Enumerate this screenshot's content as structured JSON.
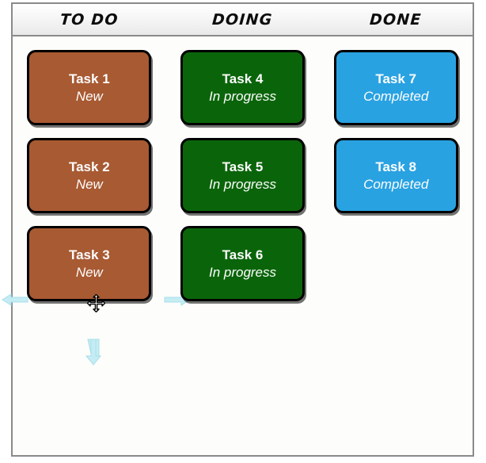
{
  "board": {
    "columns": [
      {
        "name": "todo",
        "header": "TO DO",
        "cards": [
          {
            "title": "Task 1",
            "status": "New",
            "color": "#a85a32"
          },
          {
            "title": "Task 2",
            "status": "New",
            "color": "#a85a32"
          },
          {
            "title": "Task 3",
            "status": "New",
            "color": "#a85a32"
          }
        ]
      },
      {
        "name": "doing",
        "header": "DOING",
        "cards": [
          {
            "title": "Task 4",
            "status": "In progress",
            "color": "#0a650a"
          },
          {
            "title": "Task 5",
            "status": "In progress",
            "color": "#0a650a"
          },
          {
            "title": "Task 6",
            "status": "In progress",
            "color": "#0a650a"
          }
        ]
      },
      {
        "name": "done",
        "header": "DONE",
        "cards": [
          {
            "title": "Task 7",
            "status": "Completed",
            "color": "#29a2e2"
          },
          {
            "title": "Task 8",
            "status": "Completed",
            "color": "#29a2e2"
          }
        ]
      }
    ]
  },
  "drag": {
    "active_card": "Task 3",
    "cursor": "move-cursor",
    "arrows": [
      {
        "name": "drag-arrow-left",
        "direction": "left"
      },
      {
        "name": "drag-arrow-right",
        "direction": "right"
      },
      {
        "name": "drag-arrow-down",
        "direction": "down"
      }
    ],
    "arrow_color": "#c5ecf4"
  },
  "colors": {
    "frame_border": "#8a8a8a",
    "board_background": "#fdfdfb",
    "card_border": "#000000",
    "card_text": "#fdfdfd",
    "header_text": "#0d0d0d"
  }
}
